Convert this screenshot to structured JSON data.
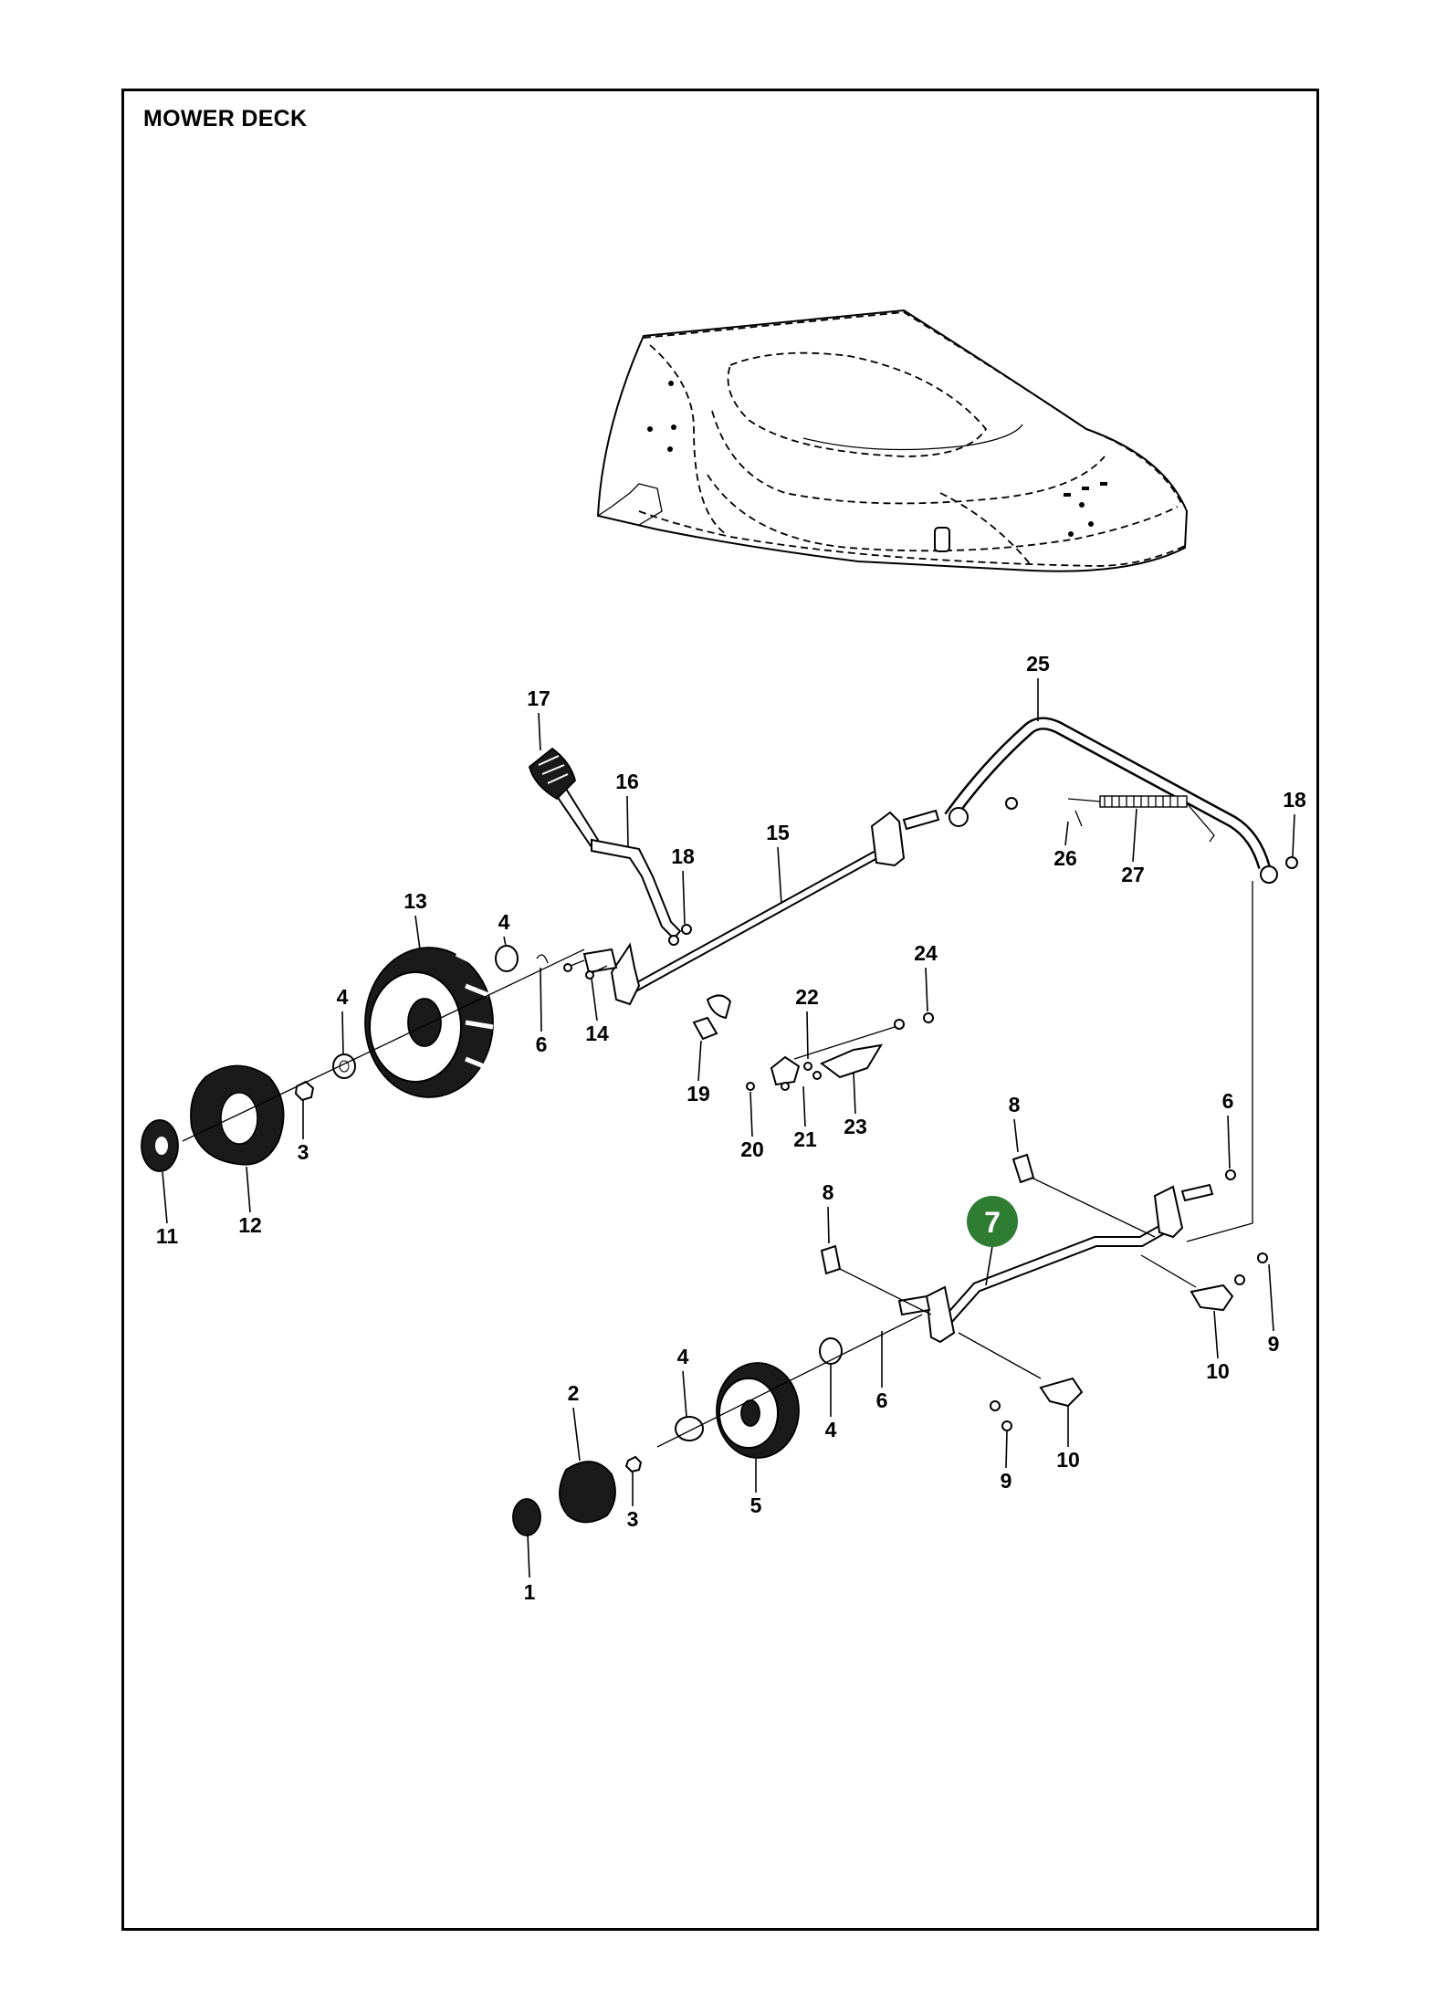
{
  "title": "MOWER DECK",
  "highlight": {
    "label": "7",
    "color": "#2e7d32"
  },
  "callouts": [
    "1",
    "2",
    "3",
    "3",
    "4",
    "4",
    "4",
    "4",
    "5",
    "6",
    "6",
    "6",
    "8",
    "8",
    "9",
    "9",
    "10",
    "10",
    "11",
    "12",
    "13",
    "14",
    "15",
    "16",
    "17",
    "18",
    "18",
    "19",
    "20",
    "21",
    "22",
    "23",
    "24",
    "25",
    "26",
    "27"
  ]
}
